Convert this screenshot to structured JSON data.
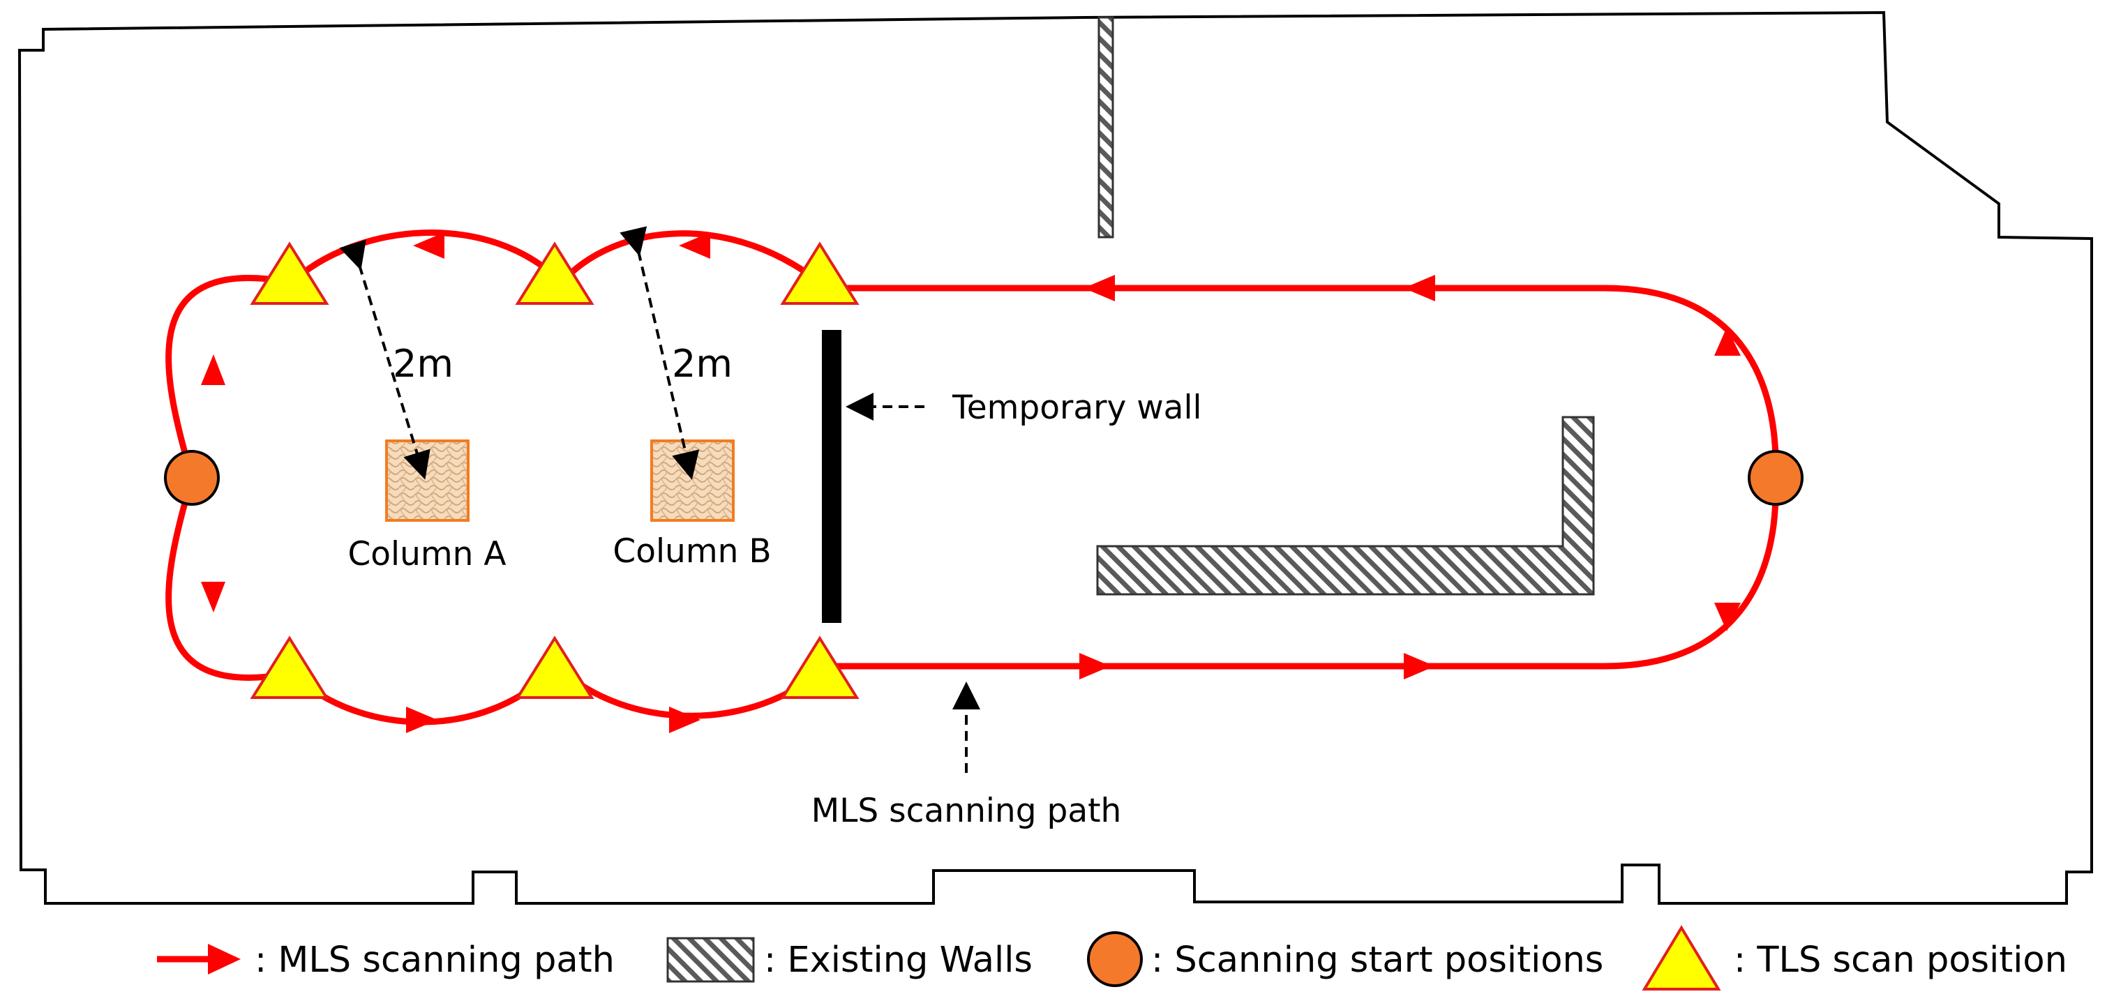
{
  "labels": {
    "column_a": "Column A",
    "column_b": "Column B",
    "distance_a": "2m",
    "distance_b": "2m",
    "temporary_wall": "Temporary wall",
    "mls_path": "MLS scanning path"
  },
  "legend": {
    "mls_path": ": MLS scanning path",
    "existing_walls": ": Existing Walls",
    "start_positions": ": Scanning start positions",
    "tls_position": ": TLS scan position"
  },
  "colors": {
    "path": "#ff0000",
    "start_marker": "#f4792b",
    "tls_marker": "#ffff00",
    "tls_outline": "#e31e1e",
    "column_fill": "#f5d9b8",
    "column_border": "#f27c22",
    "hatch": "#666666",
    "wall": "#000000"
  },
  "icons": {
    "start": "circle",
    "tls": "triangle",
    "direction": "arrowhead",
    "walls": "hatched-rectangle"
  }
}
